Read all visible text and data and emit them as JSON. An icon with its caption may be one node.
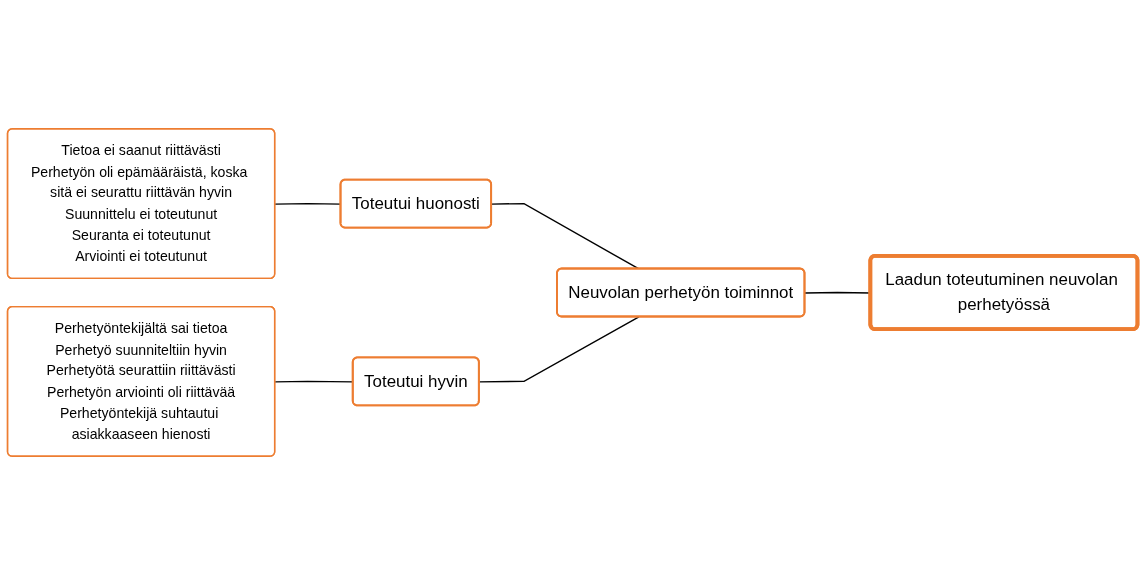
{
  "diagram": {
    "nodes": [
      {
        "text": [
          "Tietoa ei saanut riittävästi",
          "Perhetyön oli epämääräistä, koska sitä ei seurattu riittävän hyvin",
          "Suunnittelu ei toteutunut",
          "Seuranta ei toteutunut",
          "Arviointi ei toteutunut"
        ]
      },
      {
        "text": [
          "Toteutui huonosti"
        ]
      },
      {
        "text": [
          "Perhetyöntekijältä sai tietoa",
          "Perhetyö suunniteltiin hyvin",
          "Perhetyötä seurattiin riittävästi",
          "Perhetyön arviointi oli riittävää",
          "Perhetyöntekijä suhtautui asiakkaaseen hienosti"
        ]
      },
      {
        "text": [
          "Toteutui hyvin"
        ]
      },
      {
        "text": [
          "Neuvolan perhetyön toiminnot"
        ]
      },
      {
        "text": [
          "Laadun toteutuminen neuvolan perhetyössä"
        ]
      }
    ],
    "edges": [
      {
        "from": 0,
        "to": 1,
        "arrow": "none"
      },
      {
        "from": 2,
        "to": 3,
        "arrow": "none"
      },
      {
        "from": 1,
        "to": 4,
        "arrow": "none"
      },
      {
        "from": 3,
        "to": 4,
        "arrow": "none"
      },
      {
        "from": 4,
        "to": 5,
        "arrow": "none"
      }
    ]
  }
}
